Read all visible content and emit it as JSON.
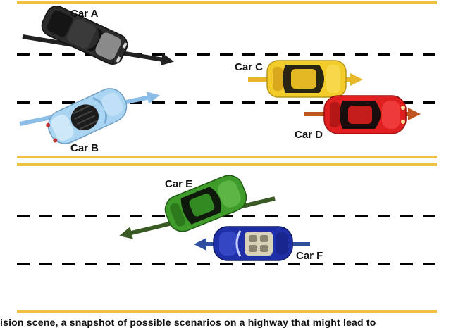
{
  "cars": [
    {
      "id": "A",
      "label": "Car A",
      "color": "#2b2b2b",
      "arrow_color": "#222222"
    },
    {
      "id": "B",
      "label": "Car B",
      "color": "#a9d4f2",
      "arrow_color": "#8cbde6"
    },
    {
      "id": "C",
      "label": "Car C",
      "color": "#f2cc2a",
      "arrow_color": "#e6b62c"
    },
    {
      "id": "D",
      "label": "Car D",
      "color": "#e02020",
      "arrow_color": "#c0561f"
    },
    {
      "id": "E",
      "label": "Car E",
      "color": "#3f9c2a",
      "arrow_color": "#3a5a24"
    },
    {
      "id": "F",
      "label": "Car F",
      "color": "#1f2fa8",
      "arrow_color": "#2f4f9e"
    }
  ],
  "colors": {
    "road_edge": "#f0c040",
    "lane_dash": "#000000"
  },
  "caption": "ision scene, a snapshot of possible scenarios on a highway that might lead to"
}
